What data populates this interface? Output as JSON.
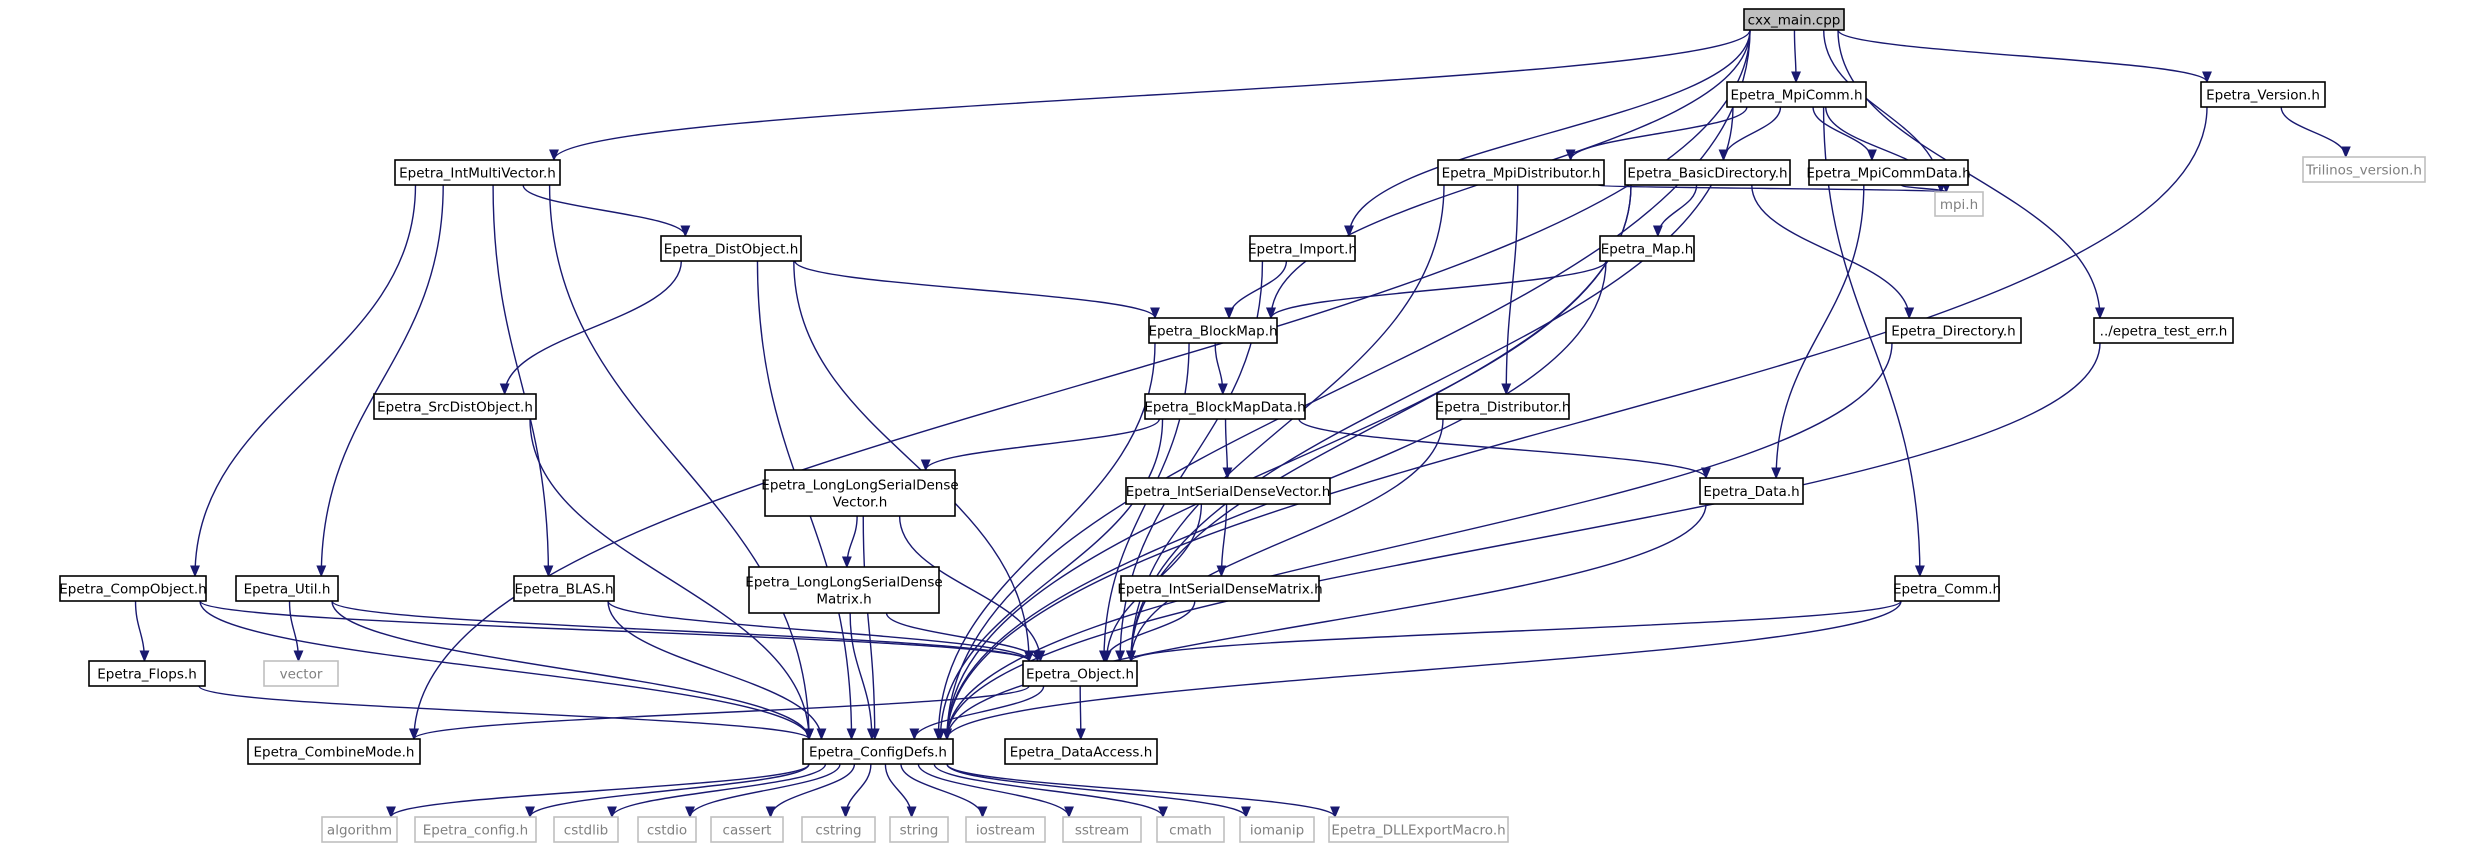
{
  "graph": {
    "colors": {
      "edge": "#191970",
      "node_border": "#000000",
      "node_fill": "#ffffff",
      "root_fill": "#bfbfbf",
      "external_border": "#c0c0c0",
      "external_text": "#808080",
      "text": "#000000"
    },
    "nodes": [
      {
        "id": "cxx_main",
        "lines": [
          "cxx_main.cpp"
        ],
        "kind": "root"
      },
      {
        "id": "mpicomm",
        "lines": [
          "Epetra_MpiComm.h"
        ],
        "kind": "header"
      },
      {
        "id": "version",
        "lines": [
          "Epetra_Version.h"
        ],
        "kind": "header"
      },
      {
        "id": "trilinos_version",
        "lines": [
          "Trilinos_version.h"
        ],
        "kind": "external"
      },
      {
        "id": "intmultivector",
        "lines": [
          "Epetra_IntMultiVector.h"
        ],
        "kind": "header"
      },
      {
        "id": "mpidistributor",
        "lines": [
          "Epetra_MpiDistributor.h"
        ],
        "kind": "header"
      },
      {
        "id": "basicdirectory",
        "lines": [
          "Epetra_BasicDirectory.h"
        ],
        "kind": "header"
      },
      {
        "id": "mpicommdata",
        "lines": [
          "Epetra_MpiCommData.h"
        ],
        "kind": "header"
      },
      {
        "id": "mpi",
        "lines": [
          "mpi.h"
        ],
        "kind": "external"
      },
      {
        "id": "distobject",
        "lines": [
          "Epetra_DistObject.h"
        ],
        "kind": "header"
      },
      {
        "id": "import",
        "lines": [
          "Epetra_Import.h"
        ],
        "kind": "header"
      },
      {
        "id": "map",
        "lines": [
          "Epetra_Map.h"
        ],
        "kind": "header"
      },
      {
        "id": "blockmap",
        "lines": [
          "Epetra_BlockMap.h"
        ],
        "kind": "header"
      },
      {
        "id": "directory",
        "lines": [
          "Epetra_Directory.h"
        ],
        "kind": "header"
      },
      {
        "id": "test_err",
        "lines": [
          "../epetra_test_err.h"
        ],
        "kind": "header"
      },
      {
        "id": "srcdistobject",
        "lines": [
          "Epetra_SrcDistObject.h"
        ],
        "kind": "header"
      },
      {
        "id": "blockmapdata",
        "lines": [
          "Epetra_BlockMapData.h"
        ],
        "kind": "header"
      },
      {
        "id": "distributor",
        "lines": [
          "Epetra_Distributor.h"
        ],
        "kind": "header"
      },
      {
        "id": "llsdvector",
        "lines": [
          "Epetra_LongLongSerialDense",
          "Vector.h"
        ],
        "kind": "header"
      },
      {
        "id": "intsdvector",
        "lines": [
          "Epetra_IntSerialDenseVector.h"
        ],
        "kind": "header"
      },
      {
        "id": "data",
        "lines": [
          "Epetra_Data.h"
        ],
        "kind": "header"
      },
      {
        "id": "compobject",
        "lines": [
          "Epetra_CompObject.h"
        ],
        "kind": "header"
      },
      {
        "id": "util",
        "lines": [
          "Epetra_Util.h"
        ],
        "kind": "header"
      },
      {
        "id": "blas",
        "lines": [
          "Epetra_BLAS.h"
        ],
        "kind": "header"
      },
      {
        "id": "llsdmatrix",
        "lines": [
          "Epetra_LongLongSerialDense",
          "Matrix.h"
        ],
        "kind": "header"
      },
      {
        "id": "intsdmatrix",
        "lines": [
          "Epetra_IntSerialDenseMatrix.h"
        ],
        "kind": "header"
      },
      {
        "id": "comm",
        "lines": [
          "Epetra_Comm.h"
        ],
        "kind": "header"
      },
      {
        "id": "vector",
        "lines": [
          "vector"
        ],
        "kind": "external"
      },
      {
        "id": "flops",
        "lines": [
          "Epetra_Flops.h"
        ],
        "kind": "header"
      },
      {
        "id": "object",
        "lines": [
          "Epetra_Object.h"
        ],
        "kind": "header"
      },
      {
        "id": "combinemode",
        "lines": [
          "Epetra_CombineMode.h"
        ],
        "kind": "header"
      },
      {
        "id": "configdefs",
        "lines": [
          "Epetra_ConfigDefs.h"
        ],
        "kind": "header"
      },
      {
        "id": "dataaccess",
        "lines": [
          "Epetra_DataAccess.h"
        ],
        "kind": "header"
      },
      {
        "id": "algorithm",
        "lines": [
          "algorithm"
        ],
        "kind": "external"
      },
      {
        "id": "epetra_config",
        "lines": [
          "Epetra_config.h"
        ],
        "kind": "external"
      },
      {
        "id": "cstdlib",
        "lines": [
          "cstdlib"
        ],
        "kind": "external"
      },
      {
        "id": "cstdio",
        "lines": [
          "cstdio"
        ],
        "kind": "external"
      },
      {
        "id": "cassert",
        "lines": [
          "cassert"
        ],
        "kind": "external"
      },
      {
        "id": "cstring",
        "lines": [
          "cstring"
        ],
        "kind": "external"
      },
      {
        "id": "string",
        "lines": [
          "string"
        ],
        "kind": "external"
      },
      {
        "id": "iostream",
        "lines": [
          "iostream"
        ],
        "kind": "external"
      },
      {
        "id": "sstream",
        "lines": [
          "sstream"
        ],
        "kind": "external"
      },
      {
        "id": "cmath",
        "lines": [
          "cmath"
        ],
        "kind": "external"
      },
      {
        "id": "iomanip",
        "lines": [
          "iomanip"
        ],
        "kind": "external"
      },
      {
        "id": "dllexport",
        "lines": [
          "Epetra_DLLExportMacro.h"
        ],
        "kind": "external"
      }
    ],
    "edges": [
      [
        "cxx_main",
        "mpicomm"
      ],
      [
        "cxx_main",
        "version"
      ],
      [
        "cxx_main",
        "intmultivector"
      ],
      [
        "cxx_main",
        "import"
      ],
      [
        "cxx_main",
        "blockmap"
      ],
      [
        "cxx_main",
        "mpi"
      ],
      [
        "cxx_main",
        "test_err"
      ],
      [
        "cxx_main",
        "combinemode"
      ],
      [
        "cxx_main",
        "configdefs"
      ],
      [
        "mpicomm",
        "mpidistributor"
      ],
      [
        "mpicomm",
        "basicdirectory"
      ],
      [
        "mpicomm",
        "mpicommdata"
      ],
      [
        "mpicomm",
        "mpi"
      ],
      [
        "mpicomm",
        "object"
      ],
      [
        "mpicomm",
        "comm"
      ],
      [
        "version",
        "trilinos_version"
      ],
      [
        "version",
        "configdefs"
      ],
      [
        "intmultivector",
        "distobject"
      ],
      [
        "intmultivector",
        "compobject"
      ],
      [
        "intmultivector",
        "util"
      ],
      [
        "intmultivector",
        "blas"
      ],
      [
        "intmultivector",
        "configdefs"
      ],
      [
        "mpidistributor",
        "mpi"
      ],
      [
        "mpidistributor",
        "distributor"
      ],
      [
        "mpidistributor",
        "object"
      ],
      [
        "basicdirectory",
        "map"
      ],
      [
        "basicdirectory",
        "directory"
      ],
      [
        "basicdirectory",
        "object"
      ],
      [
        "basicdirectory",
        "configdefs"
      ],
      [
        "mpicommdata",
        "mpi"
      ],
      [
        "mpicommdata",
        "data"
      ],
      [
        "distobject",
        "blockmap"
      ],
      [
        "distobject",
        "srcdistobject"
      ],
      [
        "distobject",
        "object"
      ],
      [
        "distobject",
        "configdefs"
      ],
      [
        "import",
        "blockmap"
      ],
      [
        "import",
        "object"
      ],
      [
        "map",
        "blockmap"
      ],
      [
        "map",
        "configdefs"
      ],
      [
        "blockmap",
        "blockmapdata"
      ],
      [
        "blockmap",
        "object"
      ],
      [
        "blockmap",
        "configdefs"
      ],
      [
        "directory",
        "configdefs"
      ],
      [
        "test_err",
        "configdefs"
      ],
      [
        "srcdistobject",
        "configdefs"
      ],
      [
        "blockmapdata",
        "llsdvector"
      ],
      [
        "blockmapdata",
        "intsdvector"
      ],
      [
        "blockmapdata",
        "data"
      ],
      [
        "blockmapdata",
        "configdefs"
      ],
      [
        "distributor",
        "object"
      ],
      [
        "llsdvector",
        "llsdmatrix"
      ],
      [
        "llsdvector",
        "object"
      ],
      [
        "llsdvector",
        "configdefs"
      ],
      [
        "intsdvector",
        "intsdmatrix"
      ],
      [
        "intsdvector",
        "object"
      ],
      [
        "data",
        "configdefs"
      ],
      [
        "compobject",
        "flops"
      ],
      [
        "compobject",
        "object"
      ],
      [
        "compobject",
        "configdefs"
      ],
      [
        "util",
        "vector"
      ],
      [
        "util",
        "object"
      ],
      [
        "util",
        "configdefs"
      ],
      [
        "blas",
        "object"
      ],
      [
        "blas",
        "configdefs"
      ],
      [
        "llsdmatrix",
        "object"
      ],
      [
        "llsdmatrix",
        "configdefs"
      ],
      [
        "intsdmatrix",
        "object"
      ],
      [
        "comm",
        "object"
      ],
      [
        "comm",
        "configdefs"
      ],
      [
        "flops",
        "configdefs"
      ],
      [
        "object",
        "combinemode"
      ],
      [
        "object",
        "configdefs"
      ],
      [
        "object",
        "dataaccess"
      ],
      [
        "configdefs",
        "algorithm"
      ],
      [
        "configdefs",
        "epetra_config"
      ],
      [
        "configdefs",
        "cstdlib"
      ],
      [
        "configdefs",
        "cstdio"
      ],
      [
        "configdefs",
        "cassert"
      ],
      [
        "configdefs",
        "cstring"
      ],
      [
        "configdefs",
        "string"
      ],
      [
        "configdefs",
        "iostream"
      ],
      [
        "configdefs",
        "sstream"
      ],
      [
        "configdefs",
        "cmath"
      ],
      [
        "configdefs",
        "iomanip"
      ],
      [
        "configdefs",
        "dllexport"
      ]
    ]
  }
}
